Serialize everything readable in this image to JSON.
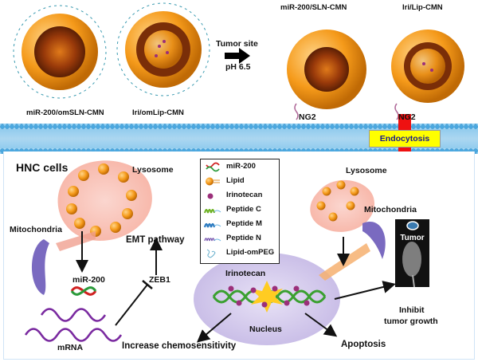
{
  "top": {
    "particle_1_label": "miR-200/omSLN-CMN",
    "particle_2_label": "Iri/omLip-CMN",
    "transition_label_1": "Tumor site",
    "transition_label_2": "pH 6.5",
    "particle_3_label": "miR-200/SLN-CMN",
    "particle_4_label": "Iri/Lip-CMN",
    "receptor_1": "NG2",
    "receptor_2": "NG2",
    "endocytosis": "Endocytosis"
  },
  "cell": {
    "title": "HNC cells",
    "lysosome_left": "Lysosome",
    "lysosome_right": "Lysosome",
    "mito_left": "Mitochondria",
    "mito_right": "Mitochondria",
    "mir200": "miR-200",
    "mrna": "mRNA",
    "emt": "EMT pathway",
    "zeb1": "ZEB1",
    "irinotecan": "Irinotecan",
    "nucleus": "Nucleus",
    "chemo": "Increase chemosensitivity",
    "apoptosis": "Apoptosis",
    "tumor": "Tumor",
    "inhibit_1": "Inhibit",
    "inhibit_2": "tumor growth"
  },
  "legend": {
    "items": [
      {
        "label": "miR-200",
        "icon": "mirna-icon"
      },
      {
        "label": "Lipid",
        "icon": "lipid-icon"
      },
      {
        "label": "Irinotecan",
        "icon": "irinotecan-icon"
      },
      {
        "label": "Peptide C",
        "icon": "peptide-c-icon"
      },
      {
        "label": "Peptide M",
        "icon": "peptide-m-icon"
      },
      {
        "label": "Peptide N",
        "icon": "peptide-n-icon"
      },
      {
        "label": "Lipid-omPEG",
        "icon": "lipid-ompeg-icon"
      }
    ]
  },
  "colors": {
    "lipid_orange": "#f59a1a",
    "membrane_blue": "#5ab4e8",
    "arrow_red": "#ee1111",
    "endocytosis_bg": "#ffff00",
    "irinotecan_purple": "#9b2f7a",
    "nucleus_lavender": "#cdc3ea"
  }
}
